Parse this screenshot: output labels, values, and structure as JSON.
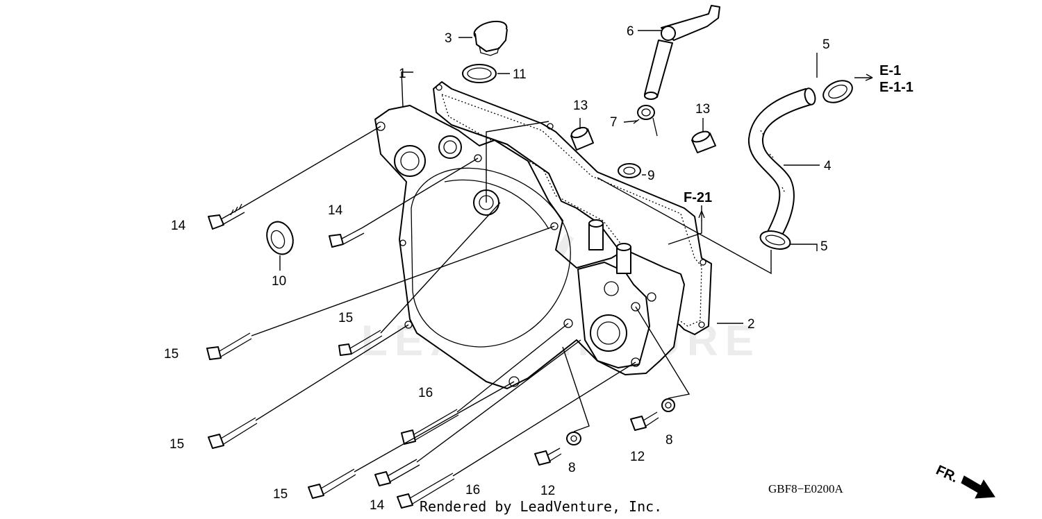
{
  "callouts": {
    "c1": "1",
    "c2": "2",
    "c3": "3",
    "c4": "4",
    "c5a": "5",
    "c5b": "5",
    "c6": "6",
    "c7": "7",
    "c8a": "8",
    "c8b": "8",
    "c9": "9",
    "c10": "10",
    "c11": "11",
    "c12a": "12",
    "c12b": "12",
    "c13a": "13",
    "c13b": "13",
    "c14a": "14",
    "c14b": "14",
    "c14c": "14",
    "c15a": "15",
    "c15b": "15",
    "c15c": "15",
    "c15d": "15",
    "c16a": "16",
    "c16b": "16"
  },
  "refs": {
    "e1": "E-1",
    "e11": "E-1-1",
    "f21": "F-21"
  },
  "direction_label": "FR.",
  "diagram_code": "GBF8−E0200A",
  "credit": "Rendered by LeadVenture, Inc.",
  "watermark": "LEADVENTURE",
  "colors": {
    "line": "#000000",
    "background": "#ffffff",
    "watermark": "#ececec"
  }
}
